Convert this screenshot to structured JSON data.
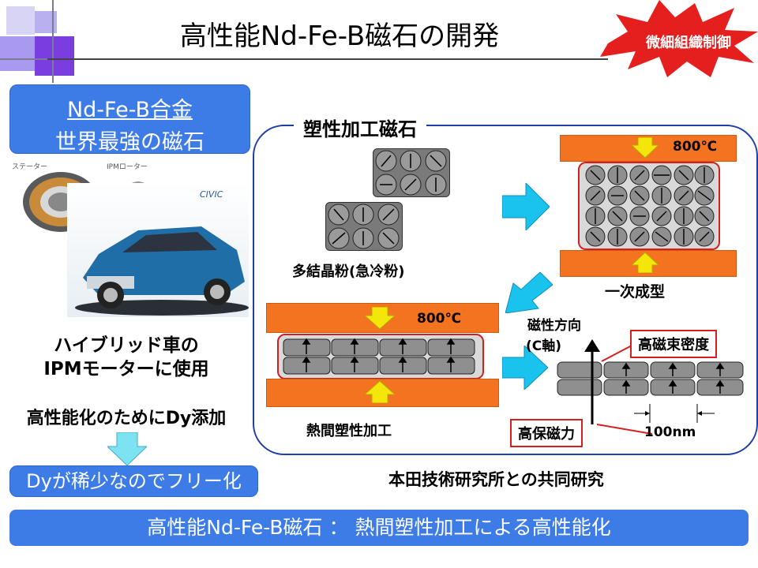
{
  "title": "高性能Nd-Fe-B磁石の開発",
  "badge": "微細組織制御",
  "left": {
    "alloy_box_line1": "Nd-Fe-B合金",
    "alloy_box_line2": "世界最強の磁石",
    "car_logo_text": "CIVIC",
    "motor_label_stator": "ステーター",
    "motor_label_rotor": "IPMローター",
    "usage_line1": "ハイブリッド車の",
    "usage_line2": "IPMモーターに使用",
    "dy_text": "高性能化のためにDy添加",
    "dy_free": "Dyが稀少なのでフリー化"
  },
  "process": {
    "section_title": "塑性加工磁石",
    "powder_label": "多結晶粉(急冷粉)",
    "temp1": "800℃",
    "first_mold_label": "一次成型",
    "temp2": "800℃",
    "hot_work_label": "熱間塑性加工",
    "mag_direction_line1": "磁性方向",
    "mag_direction_line2": "(C軸)",
    "high_flux": "高磁束密度",
    "high_coercive": "高保磁力",
    "scale": "100nm"
  },
  "collab": "本田技術研究所との共同研究",
  "bottom_bar": "高性能Nd-Fe-B磁石 ： 熱間塑性加工による高性能化",
  "colors": {
    "accent_blue": "#3d7be6",
    "orange_plate": "#f37321",
    "red_outline": "#d51f1f",
    "arrow_cyan": "#19c3ee",
    "arrow_yellow": "#f4e50a",
    "badge_red": "#e51e1e"
  }
}
